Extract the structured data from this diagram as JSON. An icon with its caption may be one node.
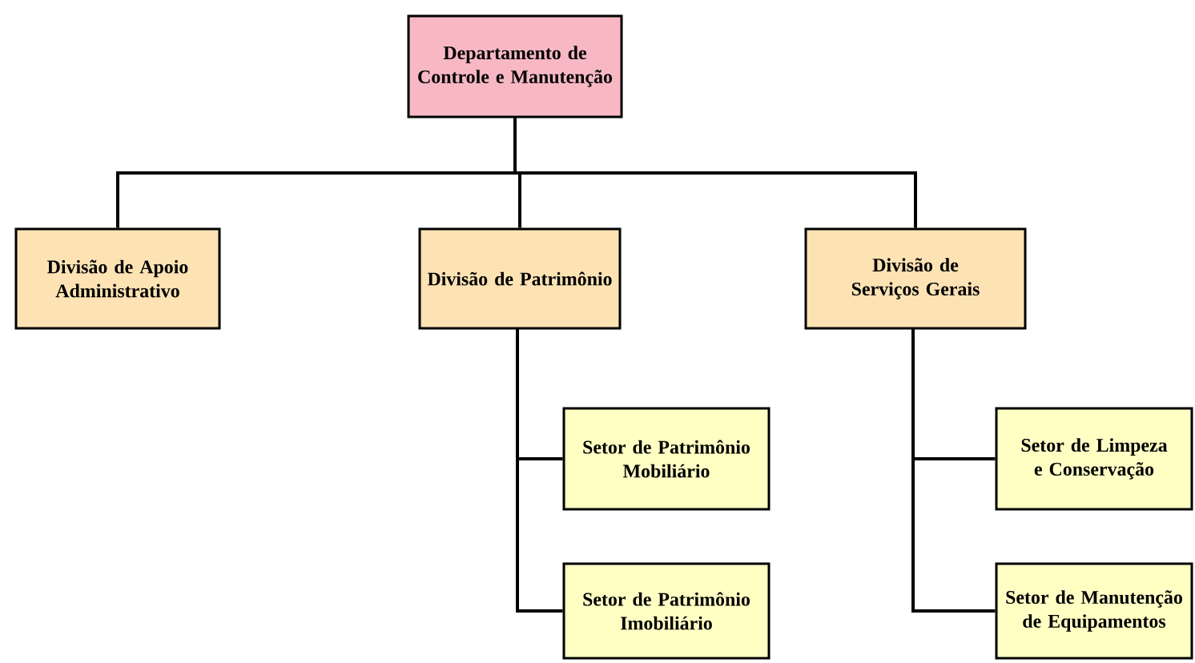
{
  "diagram": {
    "nodes": [
      {
        "text": [
          "Departamento de Controle e Manutenção"
        ]
      },
      {
        "text": [
          "Divisão de Apoio Administrativo"
        ]
      },
      {
        "text": [
          "Divisão de Patrimônio"
        ]
      },
      {
        "text": [
          "Divisão de Serviços Gerais"
        ]
      },
      {
        "text": [
          "Setor de Patrimônio Mobiliário"
        ]
      },
      {
        "text": [
          "Setor de Patrimônio Imobiliário"
        ]
      },
      {
        "text": [
          "Setor de Limpeza e Conservação"
        ]
      },
      {
        "text": [
          "Setor de Manutenção de Equipamentos"
        ]
      }
    ],
    "edges": [
      {
        "from": 0,
        "to": 1,
        "arrow": "none"
      },
      {
        "from": 0,
        "to": 2,
        "arrow": "none"
      },
      {
        "from": 0,
        "to": 3,
        "arrow": "none"
      },
      {
        "from": 2,
        "to": 4,
        "arrow": "none"
      },
      {
        "from": 2,
        "to": 5,
        "arrow": "none"
      },
      {
        "from": 3,
        "to": 6,
        "arrow": "none"
      },
      {
        "from": 3,
        "to": 7,
        "arrow": "none"
      }
    ]
  }
}
